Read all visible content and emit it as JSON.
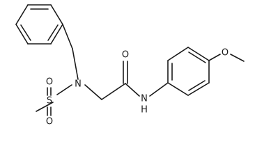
{
  "structure": {
    "atom_labels": {
      "n_sulfonamide": "N",
      "s_sulfonyl": "S",
      "o_sulfonyl_top": "O",
      "o_sulfonyl_bottom": "O",
      "o_carbonyl": "O",
      "n_amide": "N",
      "h_amide": "H",
      "o_methoxy": "O"
    }
  }
}
